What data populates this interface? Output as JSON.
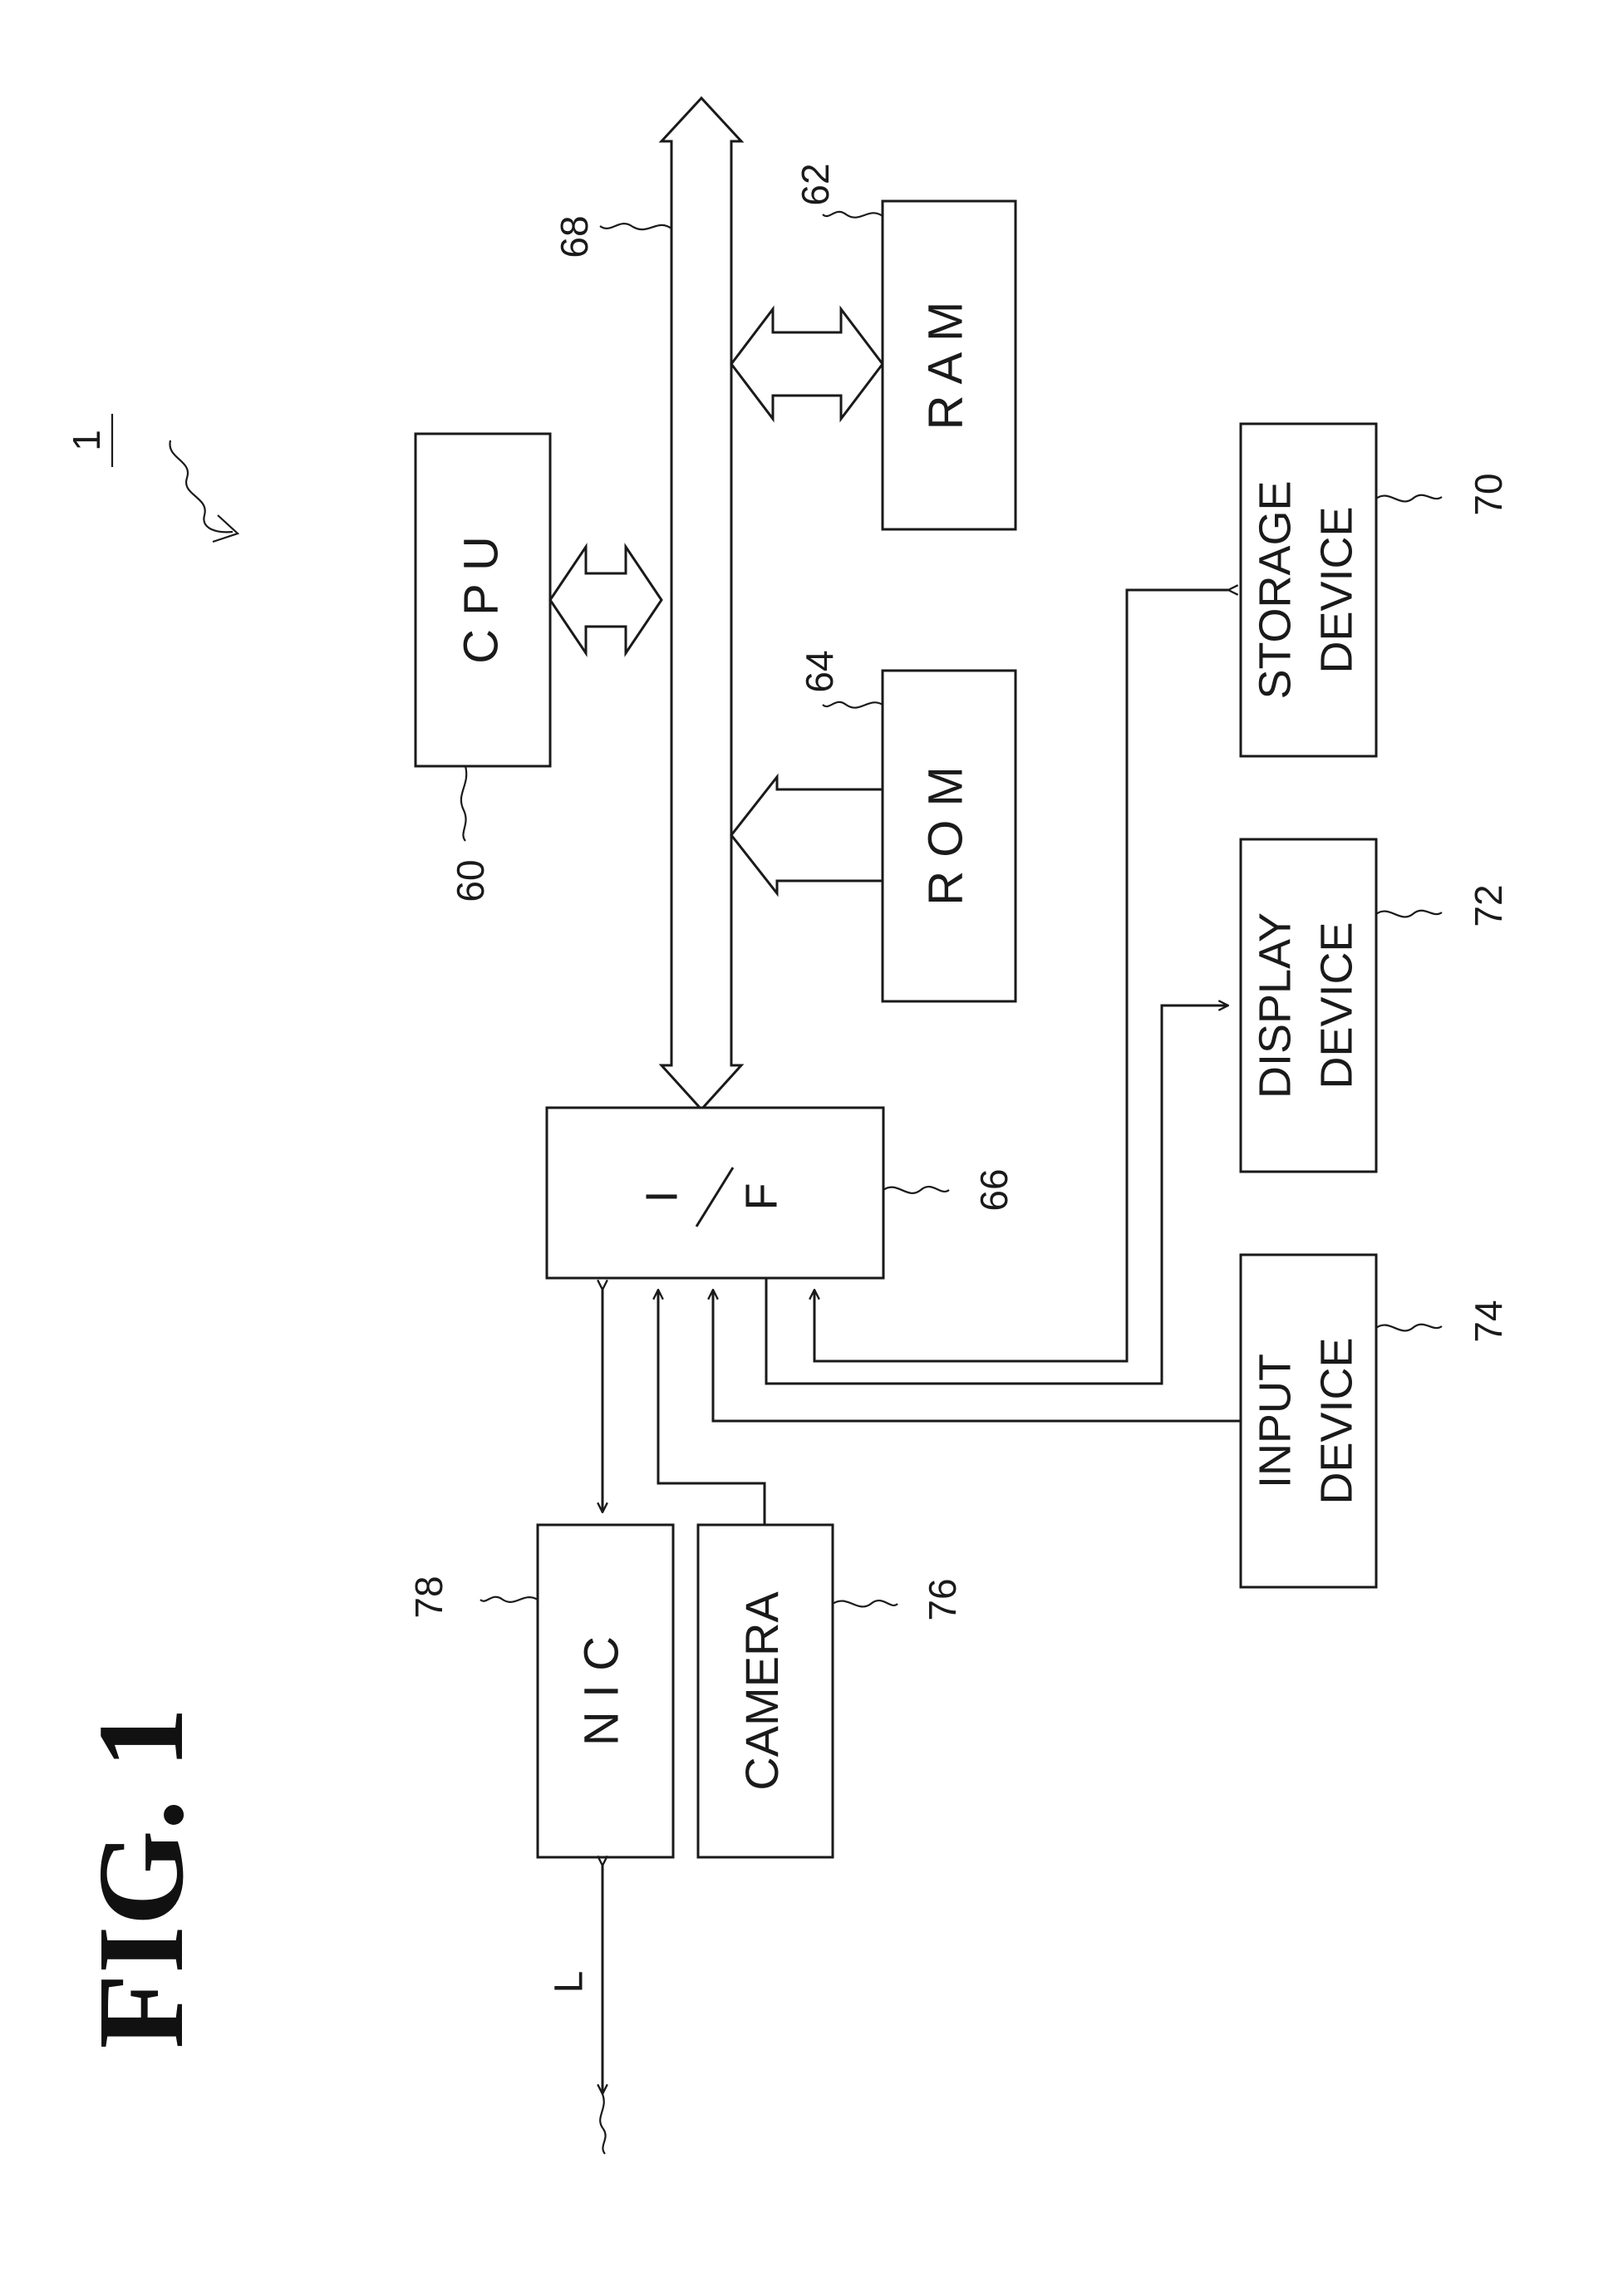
{
  "figure": {
    "title": "FIG. 1"
  },
  "blocks": {
    "cpu": "C P U",
    "ram": "R A M",
    "rom": "R O M",
    "if_top": "I",
    "if_bottom": "F",
    "storage_l1": "STORAGE",
    "storage_l2": "DEVICE",
    "display_l1": "DISPLAY",
    "display_l2": "DEVICE",
    "input_l1": "INPUT",
    "input_l2": "DEVICE",
    "nic": "N I C",
    "camera": "CAMERA"
  },
  "refs": {
    "system": "1",
    "cpu": "60",
    "ram": "62",
    "rom": "64",
    "if": "66",
    "bus": "68",
    "storage": "70",
    "display": "72",
    "input": "74",
    "camera": "76",
    "nic": "78",
    "line": "L"
  },
  "colors": {
    "ink": "#1a1a1a",
    "paper": "#ffffff"
  }
}
